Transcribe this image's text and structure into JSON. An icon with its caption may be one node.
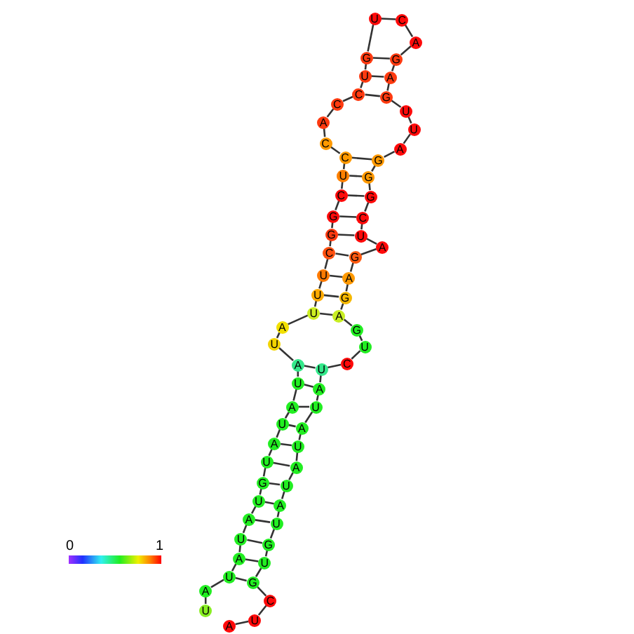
{
  "diagram": {
    "nodes": [
      {
        "text": [
          "A"
        ]
      },
      {
        "text": [
          "U"
        ]
      },
      {
        "text": [
          "C"
        ]
      },
      {
        "text": [
          "G"
        ]
      },
      {
        "text": [
          "U"
        ]
      },
      {
        "text": [
          "G"
        ]
      },
      {
        "text": [
          "U"
        ]
      },
      {
        "text": [
          "A"
        ]
      },
      {
        "text": [
          "U"
        ]
      },
      {
        "text": [
          "A"
        ]
      },
      {
        "text": [
          "U"
        ]
      },
      {
        "text": [
          "A"
        ]
      },
      {
        "text": [
          "U"
        ]
      },
      {
        "text": [
          "A"
        ]
      },
      {
        "text": [
          "U"
        ]
      },
      {
        "text": [
          "C"
        ]
      },
      {
        "text": [
          "U"
        ]
      },
      {
        "text": [
          "G"
        ]
      },
      {
        "text": [
          "A"
        ]
      },
      {
        "text": [
          "G"
        ]
      },
      {
        "text": [
          "A"
        ]
      },
      {
        "text": [
          "G"
        ]
      },
      {
        "text": [
          "A"
        ]
      },
      {
        "text": [
          "U"
        ]
      },
      {
        "text": [
          "C"
        ]
      },
      {
        "text": [
          "G"
        ]
      },
      {
        "text": [
          "G"
        ]
      },
      {
        "text": [
          "G"
        ]
      },
      {
        "text": [
          "A"
        ]
      },
      {
        "text": [
          "U"
        ]
      },
      {
        "text": [
          "U"
        ]
      },
      {
        "text": [
          "G"
        ]
      },
      {
        "text": [
          "A"
        ]
      },
      {
        "text": [
          "G"
        ]
      },
      {
        "text": [
          "A"
        ]
      },
      {
        "text": [
          "C"
        ]
      },
      {
        "text": [
          "U"
        ]
      },
      {
        "text": [
          "G"
        ]
      },
      {
        "text": [
          "U"
        ]
      },
      {
        "text": [
          "C"
        ]
      },
      {
        "text": [
          "C"
        ]
      },
      {
        "text": [
          "A"
        ]
      },
      {
        "text": [
          "C"
        ]
      },
      {
        "text": [
          "C"
        ]
      },
      {
        "text": [
          "U"
        ]
      },
      {
        "text": [
          "C"
        ]
      },
      {
        "text": [
          "G"
        ]
      },
      {
        "text": [
          "G"
        ]
      },
      {
        "text": [
          "C"
        ]
      },
      {
        "text": [
          "U"
        ]
      },
      {
        "text": [
          "U"
        ]
      },
      {
        "text": [
          "U"
        ]
      },
      {
        "text": [
          "A"
        ]
      },
      {
        "text": [
          "U"
        ]
      },
      {
        "text": [
          "A"
        ]
      },
      {
        "text": [
          "U"
        ]
      },
      {
        "text": [
          "A"
        ]
      },
      {
        "text": [
          "U"
        ]
      },
      {
        "text": [
          "A"
        ]
      },
      {
        "text": [
          "U"
        ]
      },
      {
        "text": [
          "G"
        ]
      },
      {
        "text": [
          "U"
        ]
      },
      {
        "text": [
          "A"
        ]
      },
      {
        "text": [
          "U"
        ]
      },
      {
        "text": [
          "A"
        ]
      },
      {
        "text": [
          "U"
        ]
      },
      {
        "text": [
          "A"
        ]
      },
      {
        "text": [
          "U"
        ]
      }
    ],
    "edges": [
      {
        "from": 0,
        "to": 1,
        "arrow": "none"
      },
      {
        "from": 1,
        "to": 2,
        "arrow": "none"
      },
      {
        "from": 2,
        "to": 3,
        "arrow": "none"
      },
      {
        "from": 3,
        "to": 4,
        "arrow": "none"
      },
      {
        "from": 4,
        "to": 5,
        "arrow": "none"
      },
      {
        "from": 5,
        "to": 6,
        "arrow": "none"
      },
      {
        "from": 6,
        "to": 7,
        "arrow": "none"
      },
      {
        "from": 7,
        "to": 8,
        "arrow": "none"
      },
      {
        "from": 8,
        "to": 9,
        "arrow": "none"
      },
      {
        "from": 9,
        "to": 10,
        "arrow": "none"
      },
      {
        "from": 10,
        "to": 11,
        "arrow": "none"
      },
      {
        "from": 11,
        "to": 12,
        "arrow": "none"
      },
      {
        "from": 12,
        "to": 13,
        "arrow": "none"
      },
      {
        "from": 13,
        "to": 14,
        "arrow": "none"
      },
      {
        "from": 14,
        "to": 15,
        "arrow": "none"
      },
      {
        "from": 15,
        "to": 16,
        "arrow": "none"
      },
      {
        "from": 16,
        "to": 17,
        "arrow": "none"
      },
      {
        "from": 17,
        "to": 18,
        "arrow": "none"
      },
      {
        "from": 18,
        "to": 19,
        "arrow": "none"
      },
      {
        "from": 19,
        "to": 20,
        "arrow": "none"
      },
      {
        "from": 20,
        "to": 21,
        "arrow": "none"
      },
      {
        "from": 21,
        "to": 22,
        "arrow": "none"
      },
      {
        "from": 22,
        "to": 23,
        "arrow": "none"
      },
      {
        "from": 23,
        "to": 24,
        "arrow": "none"
      },
      {
        "from": 24,
        "to": 25,
        "arrow": "none"
      },
      {
        "from": 25,
        "to": 26,
        "arrow": "none"
      },
      {
        "from": 26,
        "to": 27,
        "arrow": "none"
      },
      {
        "from": 27,
        "to": 28,
        "arrow": "none"
      },
      {
        "from": 28,
        "to": 29,
        "arrow": "none"
      },
      {
        "from": 29,
        "to": 30,
        "arrow": "none"
      },
      {
        "from": 30,
        "to": 31,
        "arrow": "none"
      },
      {
        "from": 31,
        "to": 32,
        "arrow": "none"
      },
      {
        "from": 32,
        "to": 33,
        "arrow": "none"
      },
      {
        "from": 33,
        "to": 34,
        "arrow": "none"
      },
      {
        "from": 34,
        "to": 35,
        "arrow": "none"
      },
      {
        "from": 35,
        "to": 36,
        "arrow": "none"
      },
      {
        "from": 36,
        "to": 37,
        "arrow": "none"
      },
      {
        "from": 37,
        "to": 38,
        "arrow": "none"
      },
      {
        "from": 38,
        "to": 39,
        "arrow": "none"
      },
      {
        "from": 39,
        "to": 40,
        "arrow": "none"
      },
      {
        "from": 40,
        "to": 41,
        "arrow": "none"
      },
      {
        "from": 41,
        "to": 42,
        "arrow": "none"
      },
      {
        "from": 42,
        "to": 43,
        "arrow": "none"
      },
      {
        "from": 43,
        "to": 44,
        "arrow": "none"
      },
      {
        "from": 44,
        "to": 45,
        "arrow": "none"
      },
      {
        "from": 45,
        "to": 46,
        "arrow": "none"
      },
      {
        "from": 46,
        "to": 47,
        "arrow": "none"
      },
      {
        "from": 47,
        "to": 48,
        "arrow": "none"
      },
      {
        "from": 48,
        "to": 49,
        "arrow": "none"
      },
      {
        "from": 49,
        "to": 50,
        "arrow": "none"
      },
      {
        "from": 50,
        "to": 51,
        "arrow": "none"
      },
      {
        "from": 51,
        "to": 52,
        "arrow": "none"
      },
      {
        "from": 52,
        "to": 53,
        "arrow": "none"
      },
      {
        "from": 53,
        "to": 54,
        "arrow": "none"
      },
      {
        "from": 54,
        "to": 55,
        "arrow": "none"
      },
      {
        "from": 55,
        "to": 56,
        "arrow": "none"
      },
      {
        "from": 56,
        "to": 57,
        "arrow": "none"
      },
      {
        "from": 57,
        "to": 58,
        "arrow": "none"
      },
      {
        "from": 58,
        "to": 59,
        "arrow": "none"
      },
      {
        "from": 59,
        "to": 60,
        "arrow": "none"
      },
      {
        "from": 60,
        "to": 61,
        "arrow": "none"
      },
      {
        "from": 61,
        "to": 62,
        "arrow": "none"
      },
      {
        "from": 62,
        "to": 63,
        "arrow": "none"
      },
      {
        "from": 63,
        "to": 64,
        "arrow": "none"
      },
      {
        "from": 64,
        "to": 65,
        "arrow": "none"
      },
      {
        "from": 65,
        "to": 66,
        "arrow": "none"
      },
      {
        "from": 66,
        "to": 67,
        "arrow": "none"
      },
      {
        "from": 3,
        "to": 65,
        "arrow": "none"
      },
      {
        "from": 4,
        "to": 64,
        "arrow": "none"
      },
      {
        "from": 5,
        "to": 63,
        "arrow": "none"
      },
      {
        "from": 6,
        "to": 62,
        "arrow": "none"
      },
      {
        "from": 7,
        "to": 61,
        "arrow": "none"
      },
      {
        "from": 8,
        "to": 60,
        "arrow": "none"
      },
      {
        "from": 9,
        "to": 59,
        "arrow": "none"
      },
      {
        "from": 10,
        "to": 58,
        "arrow": "none"
      },
      {
        "from": 11,
        "to": 57,
        "arrow": "none"
      },
      {
        "from": 12,
        "to": 56,
        "arrow": "none"
      },
      {
        "from": 13,
        "to": 55,
        "arrow": "none"
      },
      {
        "from": 14,
        "to": 54,
        "arrow": "none"
      },
      {
        "from": 18,
        "to": 51,
        "arrow": "none"
      },
      {
        "from": 19,
        "to": 50,
        "arrow": "none"
      },
      {
        "from": 20,
        "to": 49,
        "arrow": "none"
      },
      {
        "from": 21,
        "to": 48,
        "arrow": "none"
      },
      {
        "from": 23,
        "to": 47,
        "arrow": "none"
      },
      {
        "from": 24,
        "to": 46,
        "arrow": "none"
      },
      {
        "from": 25,
        "to": 45,
        "arrow": "none"
      },
      {
        "from": 26,
        "to": 44,
        "arrow": "none"
      },
      {
        "from": 27,
        "to": 43,
        "arrow": "none"
      },
      {
        "from": 31,
        "to": 39,
        "arrow": "none"
      },
      {
        "from": 32,
        "to": 38,
        "arrow": "none"
      },
      {
        "from": 33,
        "to": 37,
        "arrow": "none"
      }
    ],
    "labels": [
      "0",
      "1"
    ]
  }
}
